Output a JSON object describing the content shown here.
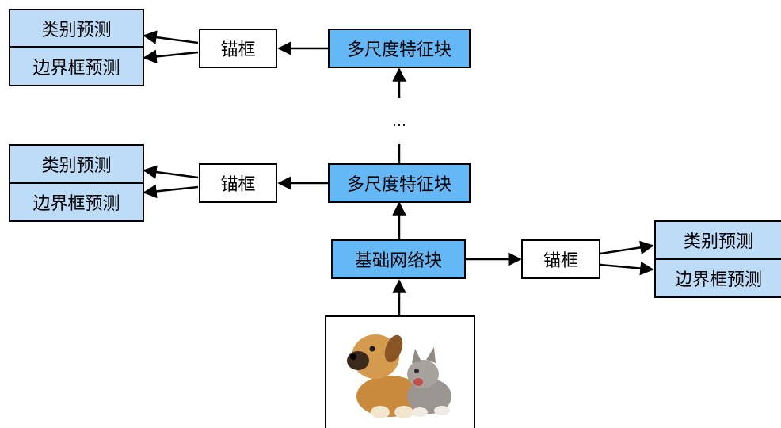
{
  "labels": {
    "multi_scale_block": "多尺度特征块",
    "base_block": "基础网络块",
    "anchor": "锚框",
    "class_pred": "类别预测",
    "bbox_pred": "边界框预测",
    "ellipsis": "…"
  },
  "colors": {
    "feature_block": "#64b8f5",
    "prediction": "#bddcf7"
  },
  "image": {
    "content": "puppy-and-kitten-photo"
  }
}
